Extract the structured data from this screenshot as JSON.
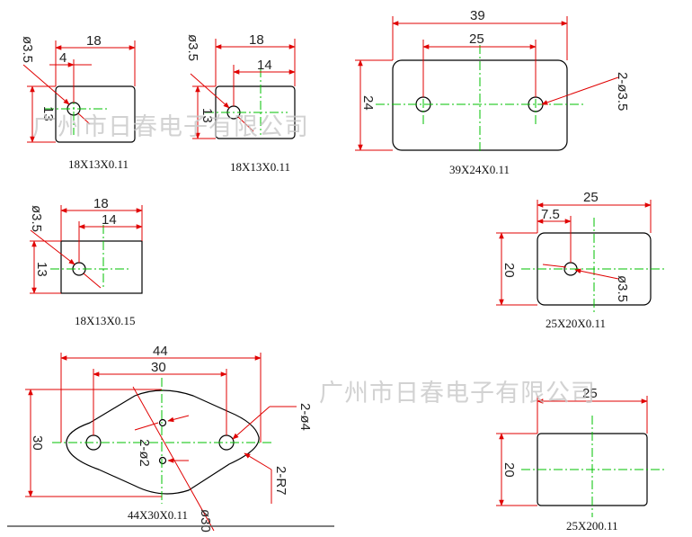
{
  "watermark": "广州市日春电子有限公司",
  "parts": {
    "p1": {
      "caption": "18X13X0.11",
      "width": "18",
      "offset": "4",
      "height": "13",
      "hole": "ø3.5"
    },
    "p2": {
      "caption": "18X13X0.11",
      "width": "18",
      "offset": "14",
      "height": "13",
      "hole": "ø3.5"
    },
    "p3": {
      "caption": "39X24X0.11",
      "width": "39",
      "spacing": "25",
      "height": "24",
      "hole": "2-ø3.5"
    },
    "p4": {
      "caption": "18X13X0.15",
      "width": "18",
      "offset": "14",
      "height": "13",
      "hole": "ø3.5"
    },
    "p5": {
      "caption": "25X20X0.11",
      "width": "25",
      "offset": "7.5",
      "height": "20",
      "hole": "ø3.5"
    },
    "p6": {
      "caption": "44X30X0.11",
      "width": "44",
      "spacing": "30",
      "height": "30",
      "holes": "2-ø4",
      "small_holes": "2-ø2",
      "radius": "2-R7",
      "center_hole": "ø30"
    },
    "p7": {
      "caption": "25X200.11",
      "width": "25",
      "height": "20"
    }
  },
  "colors": {
    "dimension": "#e00000",
    "centerline": "#00c000",
    "outline": "#000000",
    "watermark": "#c8c8c8"
  }
}
